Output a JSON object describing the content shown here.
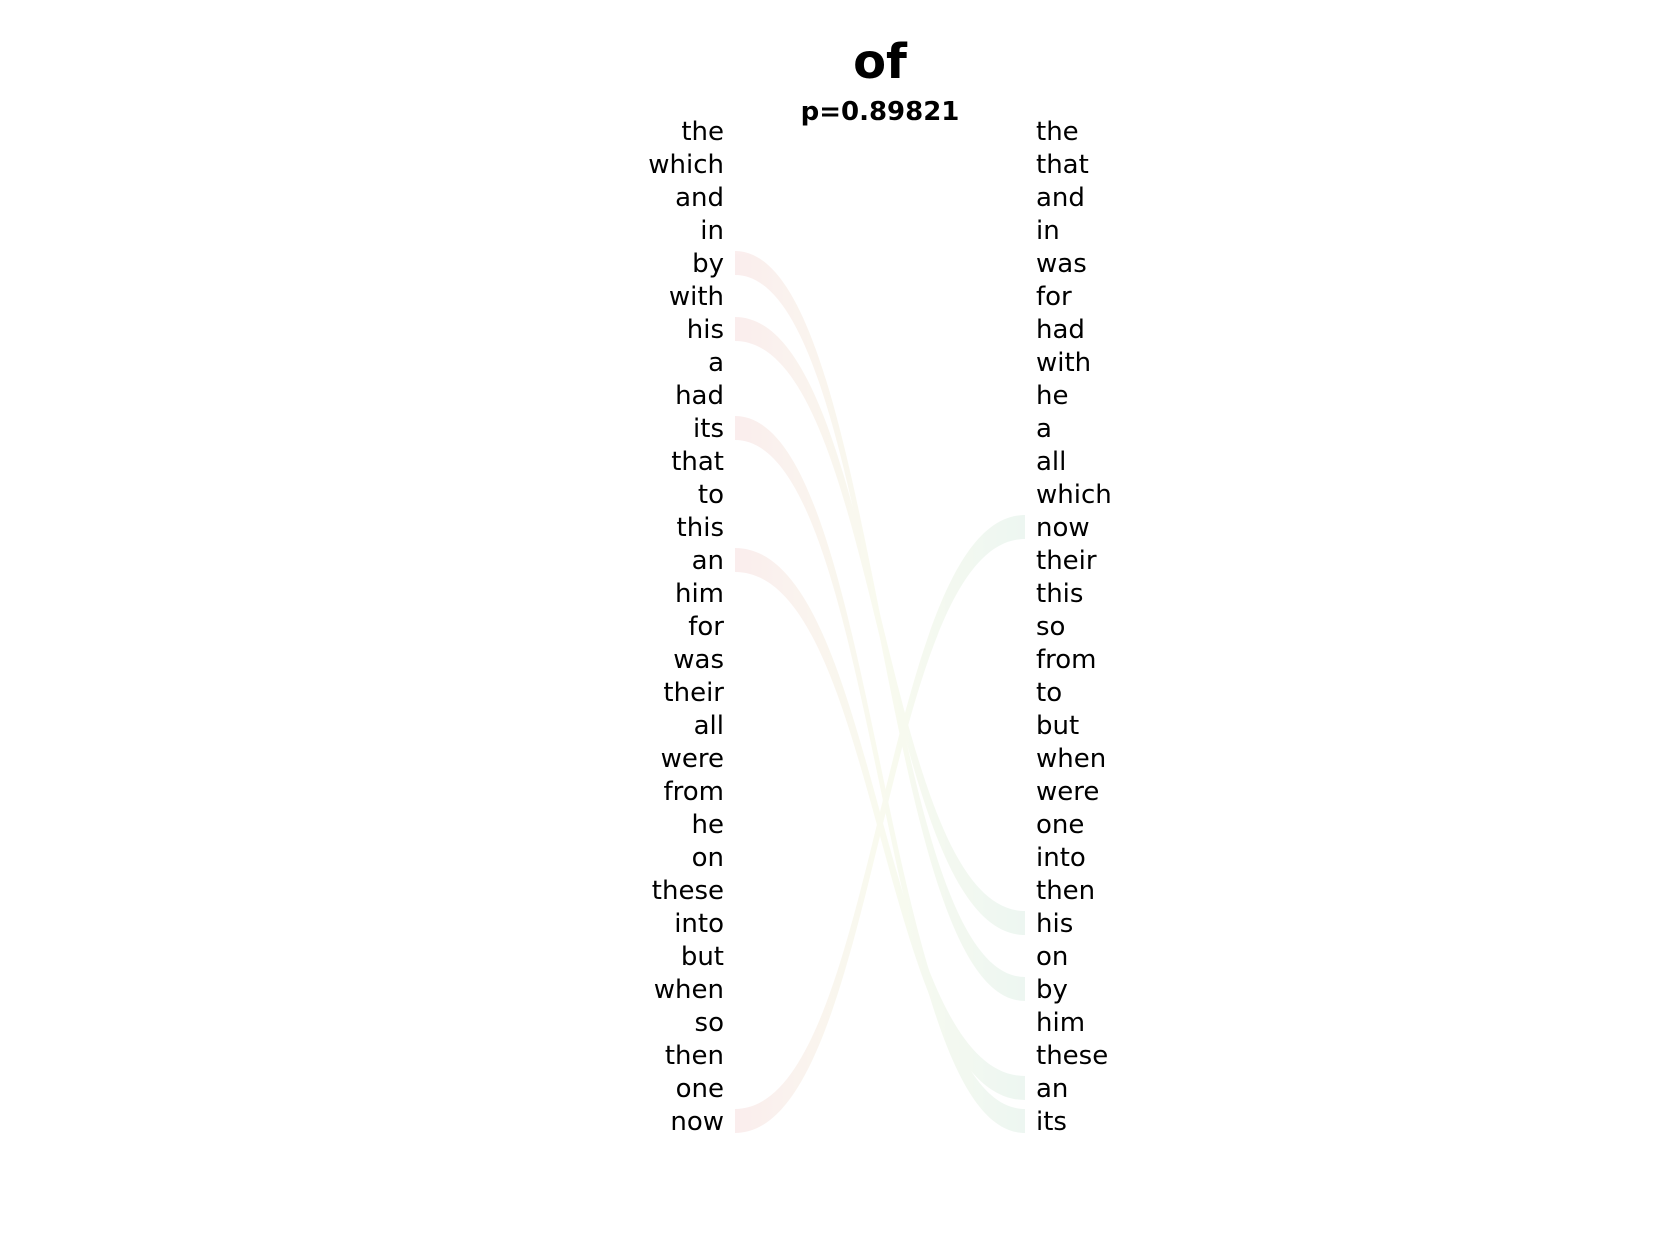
{
  "title": "of",
  "subtitle": "p=0.89821",
  "left_words": [
    "the",
    "which",
    "and",
    "in",
    "by",
    "with",
    "his",
    "a",
    "had",
    "its",
    "that",
    "to",
    "this",
    "an",
    "him",
    "for",
    "was",
    "their",
    "all",
    "were",
    "from",
    "he",
    "on",
    "these",
    "into",
    "but",
    "when",
    "so",
    "then",
    "one",
    "now"
  ],
  "right_words": [
    "the",
    "that",
    "and",
    "in",
    "was",
    "for",
    "had",
    "with",
    "he",
    "a",
    "all",
    "which",
    "now",
    "their",
    "this",
    "so",
    "from",
    "to",
    "but",
    "when",
    "were",
    "one",
    "into",
    "then",
    "his",
    "on",
    "by",
    "him",
    "these",
    "an",
    "its"
  ],
  "links": [
    {
      "word": "by",
      "from": 4,
      "to": 26
    },
    {
      "word": "his",
      "from": 6,
      "to": 24
    },
    {
      "word": "its",
      "from": 9,
      "to": 30
    },
    {
      "word": "an",
      "from": 13,
      "to": 29
    },
    {
      "word": "now",
      "from": 30,
      "to": 12
    }
  ],
  "colors": {
    "left_band": "#f2c9c9",
    "mid_band": "#eef2cf",
    "right_band": "#c9e6d6"
  }
}
